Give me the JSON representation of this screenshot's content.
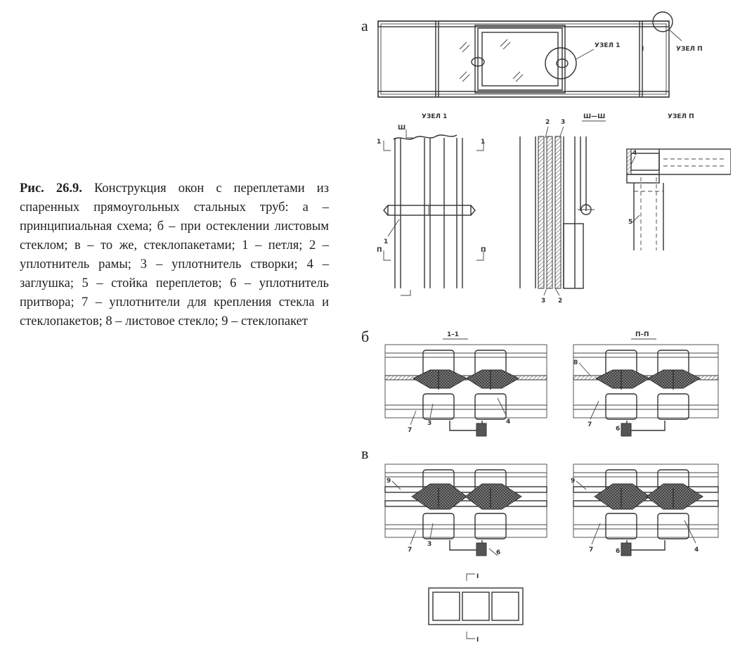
{
  "caption": {
    "figure_label": "Рис. 26.9.",
    "text": " Конструкция окон с переплетами из спаренных прямоугольных стальных труб: а – принципиальная схема; б – при остеклении листовым стеклом; в – то же, стеклопакетами; 1 – петля; 2 – уплотнитель рамы; 3 – уплотнитель створки; 4 – заглушка; 5 – стойка переплетов; 6 – уплотнитель притвора; 7 – уплотнители для крепления стекла и стеклопакетов; 8 – листовое стекло; 9 – стеклопакет"
  },
  "drawing": {
    "label_a": "а",
    "label_b": "б",
    "label_v": "в",
    "node1_callout": "УЗЕЛ 1",
    "node2_callout": "УЗЕЛ П",
    "roman_one": "I",
    "node1_title": "УЗЕЛ 1",
    "section_title": "Ш—Ш",
    "node2_title": "УЗЕЛ П",
    "cut_w": "Ш",
    "cut_1_left": "1",
    "cut_1_right": "1",
    "cut_p_left": "П",
    "cut_p_right": "П",
    "hinge_num": "1",
    "num_2_top": "2",
    "num_3_top": "3",
    "num_3_bottom": "3",
    "num_2_bottom": "2",
    "num_4": "4",
    "num_5": "5",
    "section_11": "1–1",
    "section_pp": "П–П",
    "b_left_7": "7",
    "b_left_3": "3",
    "b_left_4": "4",
    "b_right_8": "8",
    "b_right_7": "7",
    "b_right_6": "6",
    "v_left_9": "9",
    "v_left_7": "7",
    "v_left_3": "3",
    "v_left_6": "6",
    "v_right_9": "9",
    "v_right_7": "7",
    "v_right_6": "6",
    "v_right_4": "4",
    "cut_bottom_top": "I",
    "cut_bottom_bottom": "I"
  }
}
